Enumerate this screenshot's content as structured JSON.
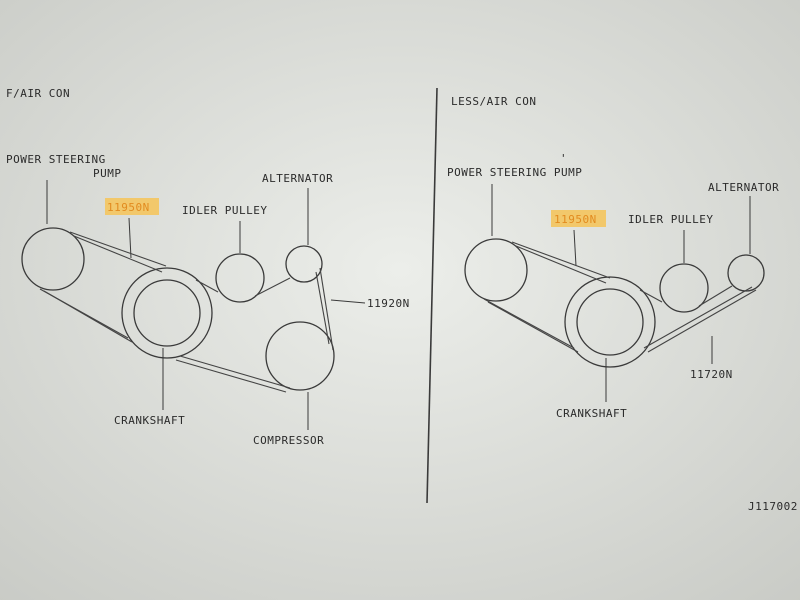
{
  "colors": {
    "background": "#e6e7e3",
    "ink": "#2b2b2b",
    "highlight": "#f2c86b",
    "highlight_text": "#e28b1f"
  },
  "left_panel": {
    "heading": "F/AIR CON",
    "power_steering_pump_line1": "POWER STEERING",
    "power_steering_pump_line2": "PUMP",
    "belt_ps": "11950N",
    "idler_pulley": "IDLER PULLEY",
    "alternator": "ALTERNATOR",
    "belt_alt": "11920N",
    "crankshaft": "CRANKSHAFT",
    "compressor": "COMPRESSOR"
  },
  "right_panel": {
    "heading": "LESS/AIR CON",
    "power_steering_pump": "POWER STEERING PUMP",
    "belt_ps": "11950N",
    "idler_pulley": "IDLER PULLEY",
    "alternator": "ALTERNATOR",
    "belt_alt": "11720N",
    "crankshaft": "CRANKSHAFT"
  },
  "figure_id": "J117002"
}
